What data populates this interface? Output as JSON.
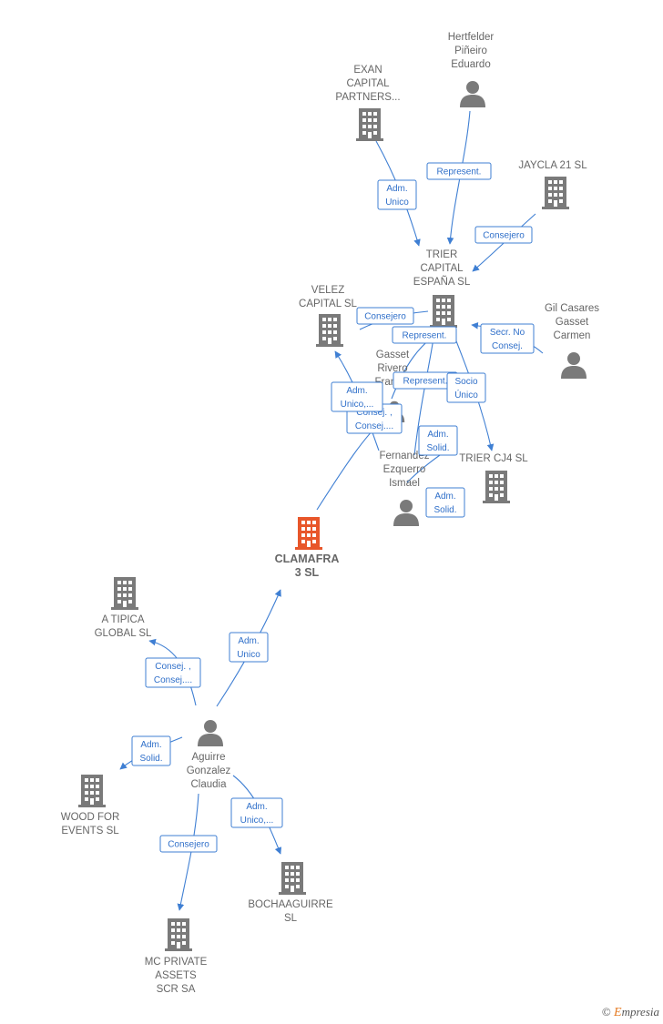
{
  "colors": {
    "edge": "#3f7fd3",
    "node": "#7a7a7a",
    "main": "#e8562a"
  },
  "nodes": [
    {
      "id": "clamafra",
      "kind": "company",
      "main": true,
      "label": [
        "CLAMAFRA",
        "3  SL"
      ]
    },
    {
      "id": "exan",
      "kind": "company",
      "label": [
        "EXAN",
        "CAPITAL",
        "PARTNERS..."
      ]
    },
    {
      "id": "hertfelder",
      "kind": "person",
      "label": [
        "Hertfelder",
        "Piñeiro",
        "Eduardo"
      ]
    },
    {
      "id": "jaycla",
      "kind": "company",
      "label": [
        "JAYCLA 21  SL"
      ]
    },
    {
      "id": "trier_capital",
      "kind": "company",
      "label": [
        "TRIER",
        "CAPITAL",
        "ESPAÑA  SL"
      ]
    },
    {
      "id": "velez",
      "kind": "company",
      "label": [
        "VELEZ",
        "CAPITAL  SL"
      ]
    },
    {
      "id": "gil",
      "kind": "person",
      "label": [
        "Gil Casares",
        "Gasset",
        "Carmen"
      ]
    },
    {
      "id": "gasset",
      "kind": "person",
      "label": [
        "Gasset",
        "Rivero",
        "Franc..."
      ]
    },
    {
      "id": "fernandez",
      "kind": "person",
      "label": [
        "Fernandez",
        "Ezquerro",
        "Ismael"
      ]
    },
    {
      "id": "trier_cj4",
      "kind": "company",
      "label": [
        "TRIER CJ4  SL"
      ]
    },
    {
      "id": "atipica",
      "kind": "company",
      "label": [
        "A TIPICA",
        "GLOBAL SL"
      ]
    },
    {
      "id": "aguirre",
      "kind": "person",
      "label": [
        "Aguirre",
        "Gonzalez",
        "Claudia"
      ]
    },
    {
      "id": "wood",
      "kind": "company",
      "label": [
        "WOOD FOR",
        "EVENTS  SL"
      ]
    },
    {
      "id": "bocha",
      "kind": "company",
      "label": [
        "BOCHAAGUIRRE",
        "SL"
      ]
    },
    {
      "id": "mc",
      "kind": "company",
      "label": [
        "MC PRIVATE",
        "ASSETS",
        "SCR SA"
      ]
    }
  ],
  "edges": [
    {
      "from": "exan",
      "to": "trier_capital",
      "label": [
        "Adm.",
        "Unico"
      ]
    },
    {
      "from": "hertfelder",
      "to": "trier_capital",
      "label": [
        "Represent."
      ]
    },
    {
      "from": "jaycla",
      "to": "trier_capital",
      "label": [
        "Consejero"
      ]
    },
    {
      "from": "velez",
      "to": "trier_capital",
      "label": [
        "Consejero"
      ]
    },
    {
      "from": "gasset",
      "to": "trier_capital",
      "label": [
        "Represent."
      ]
    },
    {
      "from": "fernandez",
      "to": "trier_capital",
      "label": [
        "Represent."
      ]
    },
    {
      "from": "gil",
      "to": "trier_capital",
      "label": [
        "Secr.  No",
        "Consej."
      ]
    },
    {
      "from": "trier_capital",
      "to": "trier_cj4",
      "label": [
        "Socio",
        "Único"
      ]
    },
    {
      "from": "gasset",
      "to": "velez",
      "label": [
        "Consej. ,",
        "Consej...."
      ]
    },
    {
      "from": "clamafra",
      "to": "velez",
      "label": [
        "Adm.",
        "Unico,..."
      ]
    },
    {
      "from": "fernandez",
      "to": "trier_capital",
      "label": [
        "Adm.",
        "Solid."
      ]
    },
    {
      "from": "fernandez",
      "to": "fernandez",
      "label": [
        "Adm.",
        "Solid."
      ]
    },
    {
      "from": "aguirre",
      "to": "clamafra",
      "label": [
        "Adm.",
        "Unico"
      ]
    },
    {
      "from": "aguirre",
      "to": "atipica",
      "label": [
        "Consej. ,",
        "Consej...."
      ]
    },
    {
      "from": "aguirre",
      "to": "wood",
      "label": [
        "Adm.",
        "Solid."
      ]
    },
    {
      "from": "aguirre",
      "to": "bocha",
      "label": [
        "Adm.",
        "Unico,..."
      ]
    },
    {
      "from": "aguirre",
      "to": "mc",
      "label": [
        "Consejero"
      ]
    }
  ],
  "footer": {
    "copyright": "©",
    "brand_initial": "E",
    "brand_rest": "mpresia"
  }
}
